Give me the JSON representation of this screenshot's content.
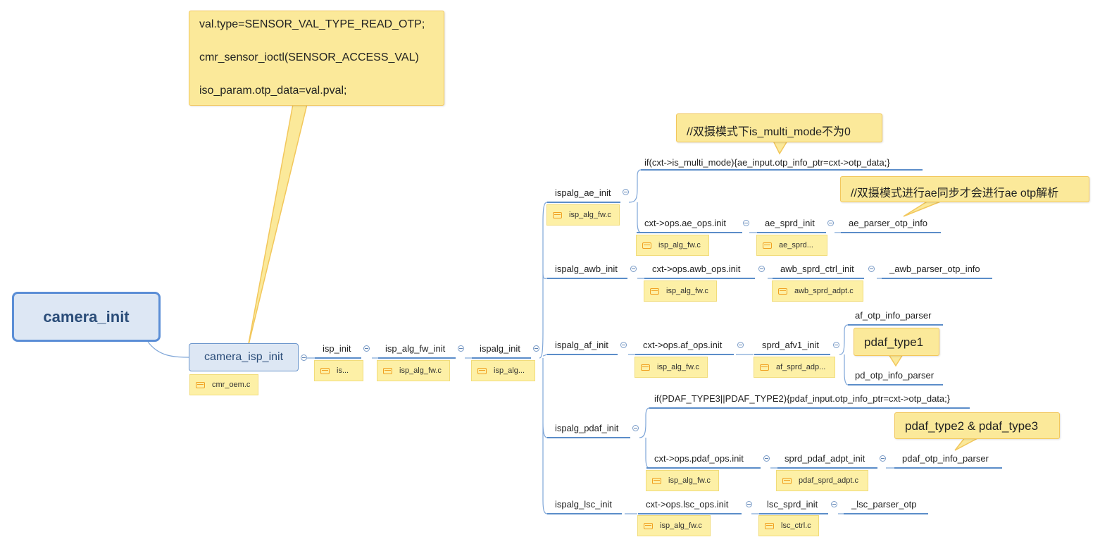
{
  "root": {
    "label": "camera_init"
  },
  "main": {
    "label": "camera_isp_init",
    "file": "cmr_oem.c"
  },
  "top_note": {
    "lines": [
      "val.type=SENSOR_VAL_TYPE_READ_OTP;",
      "cmr_sensor_ioctl(SENSOR_ACCESS_VAL)",
      "iso_param.otp_data=val.pval;"
    ]
  },
  "chain": [
    {
      "label": "isp_init",
      "file": "is..."
    },
    {
      "label": "isp_alg_fw_init",
      "file": "isp_alg_fw.c"
    },
    {
      "label": "ispalg_init",
      "file": "isp_alg..."
    }
  ],
  "branches": {
    "ae": {
      "label": "ispalg_ae_init",
      "file": "isp_alg_fw.c",
      "cond": "if(cxt->is_multi_mode){ae_input.otp_info_ptr=cxt->otp_data;}",
      "ops": "cxt->ops.ae_ops.init",
      "ops_file": "isp_alg_fw.c",
      "sprd": "ae_sprd_init",
      "sprd_file": "ae_sprd...",
      "parser": "ae_parser_otp_info"
    },
    "awb": {
      "label": "ispalg_awb_init",
      "ops": "cxt->ops.awb_ops.init",
      "ops_file": "isp_alg_fw.c",
      "sprd": "awb_sprd_ctrl_init",
      "sprd_file": "awb_sprd_adpt.c",
      "parser": "_awb_parser_otp_info"
    },
    "af": {
      "label": "ispalg_af_init",
      "ops": "cxt->ops.af_ops.init",
      "ops_file": "isp_alg_fw.c",
      "sprd": "sprd_afv1_init",
      "sprd_file": "af_sprd_adp...",
      "parser1": "af_otp_info_parser",
      "parser2": "pd_otp_info_parser"
    },
    "pdaf": {
      "label": "ispalg_pdaf_init",
      "cond": "if(PDAF_TYPE3||PDAF_TYPE2){pdaf_input.otp_info_ptr=cxt->otp_data;}",
      "ops": "cxt->ops.pdaf_ops.init",
      "ops_file": "isp_alg_fw.c",
      "sprd": "sprd_pdaf_adpt_init",
      "sprd_file": "pdaf_sprd_adpt.c",
      "parser": "pdaf_otp_info_parser"
    },
    "lsc": {
      "label": "ispalg_lsc_init",
      "ops": "cxt->ops.lsc_ops.init",
      "ops_file": "isp_alg_fw.c",
      "sprd": "lsc_sprd_init",
      "sprd_file": "lsc_ctrl.c",
      "parser": "_lsc_parser_otp"
    }
  },
  "callouts": {
    "multi_mode": "//双摄模式下is_multi_mode不为0",
    "ae_sync": "//双摄模式进行ae同步才会进行ae otp解析",
    "pdaf_type1": "pdaf_type1",
    "pdaf_type23": "pdaf_type2 & pdaf_type3"
  },
  "colors": {
    "branch_line": "#5b8dc9",
    "note_bg": "#fdf0a6",
    "callout_bg": "#fbe99a",
    "root_border": "#5b8ed6"
  }
}
